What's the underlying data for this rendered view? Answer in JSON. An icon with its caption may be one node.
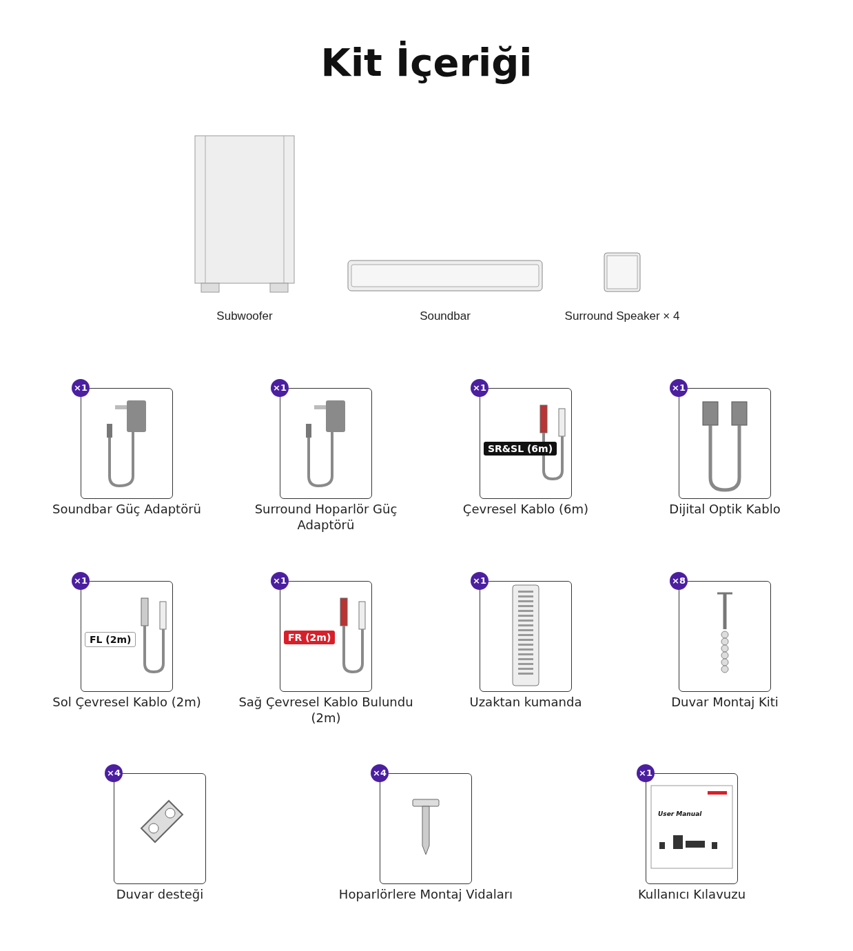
{
  "diagram": {
    "title": "Kit İçeriği",
    "nodes": [
      {
        "text": [
          "Subwoofer"
        ]
      },
      {
        "text": [
          "Soundbar"
        ]
      },
      {
        "text": [
          "Surround Speaker × 4"
        ]
      },
      {
        "text": [
          "Soundbar Güç Adaptörü"
        ],
        "beside": [
          "×1"
        ]
      },
      {
        "text": [
          "Surround Hoparlör Güç Adaptörü"
        ],
        "beside": [
          "×1"
        ]
      },
      {
        "text": [
          "SR&SL (6m)",
          "Çevresel Kablo (6m)"
        ],
        "beside": [
          "×1"
        ]
      },
      {
        "text": [
          "Dijital Optik Kablo"
        ],
        "beside": [
          "×1"
        ]
      },
      {
        "text": [
          "FL (2m)",
          "Sol Çevresel Kablo (2m)"
        ],
        "beside": [
          "×1"
        ]
      },
      {
        "text": [
          "FR (2m)",
          "Sağ Çevresel Kablo Bulundu (2m)"
        ],
        "beside": [
          "×1"
        ]
      },
      {
        "text": [
          "Uzaktan kumanda"
        ],
        "beside": [
          "×1"
        ]
      },
      {
        "text": [
          "Duvar Montaj Kiti"
        ],
        "beside": [
          "×8"
        ]
      },
      {
        "text": [
          "Duvar desteği"
        ],
        "beside": [
          "×4"
        ]
      },
      {
        "text": [
          "Hoparlörlere Montaj Vidaları"
        ],
        "beside": [
          "×4"
        ]
      },
      {
        "text": [
          "User Manual",
          "Kullanıcı Kılavuzu"
        ],
        "beside": [
          "×1"
        ]
      }
    ]
  }
}
